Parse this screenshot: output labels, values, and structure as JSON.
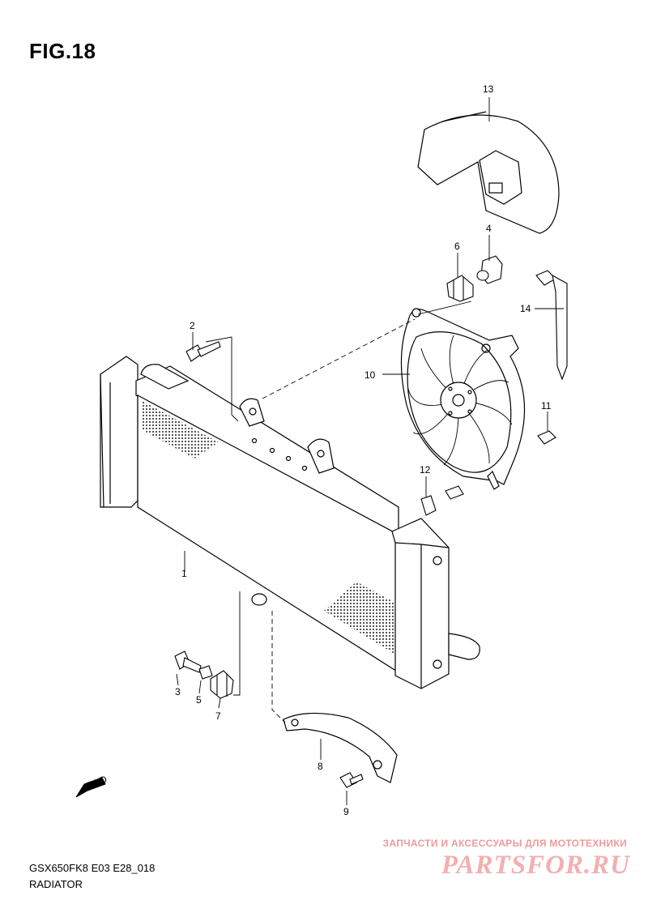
{
  "figure": {
    "title": "FIG.18",
    "model_code": "GSX650FK8 E03 E28_018",
    "section_name": "RADIATOR"
  },
  "parts": [
    {
      "ref": "1"
    },
    {
      "ref": "2"
    },
    {
      "ref": "3"
    },
    {
      "ref": "4"
    },
    {
      "ref": "5"
    },
    {
      "ref": "6"
    },
    {
      "ref": "7"
    },
    {
      "ref": "8"
    },
    {
      "ref": "9"
    },
    {
      "ref": "10"
    },
    {
      "ref": "11"
    },
    {
      "ref": "12"
    },
    {
      "ref": "13"
    },
    {
      "ref": "14"
    }
  ],
  "fwd_arrow_label": "FWD",
  "watermark": {
    "caption": "ЗАПЧАСТИ И АКСЕССУАРЫ ДЛЯ МОТОТЕХНИКИ",
    "logo": "PARTSFOR.RU"
  },
  "colors": {
    "line": "#000000",
    "watermark": "#ef9a9a"
  }
}
